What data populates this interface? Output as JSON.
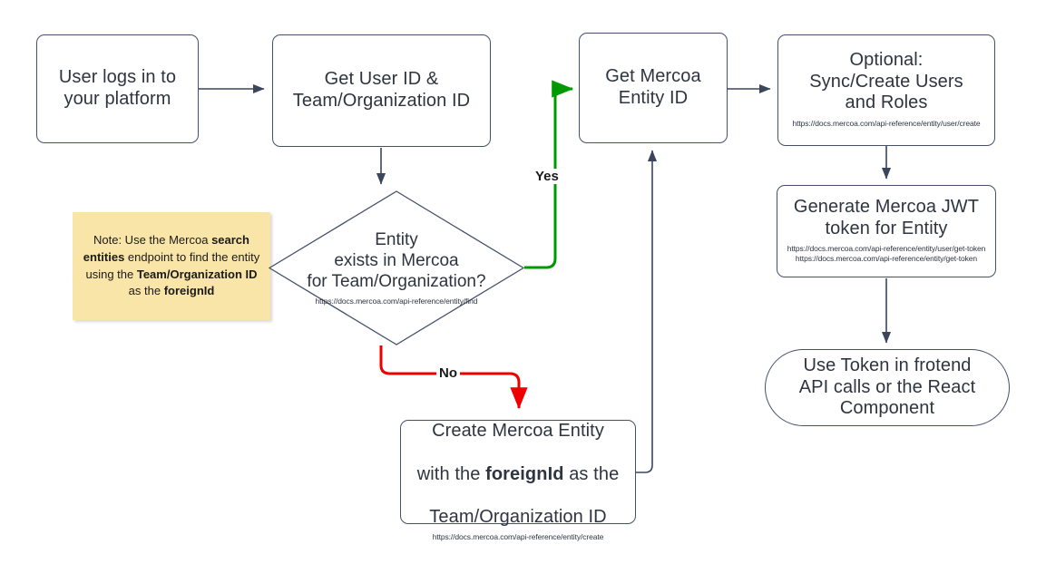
{
  "diagram": {
    "type": "flowchart",
    "title": "Mercoa entity onboarding flow",
    "colors": {
      "node_stroke": "#45506a",
      "node_fill": "#ffffff",
      "text": "#2e3440",
      "yes_edge": "#009900",
      "no_edge": "#ee0000",
      "default_edge": "#45506a",
      "note_fill": "#fae5a8"
    },
    "nodes": {
      "login": {
        "shape": "rounded-rect",
        "label": "User logs in to\nyour platform",
        "url": ""
      },
      "get_ids": {
        "shape": "rounded-rect",
        "label": "Get User ID &\nTeam/Organization ID",
        "url": ""
      },
      "decision": {
        "shape": "diamond",
        "label": "Entity\nexists in Mercoa\nfor Team/Organization?",
        "url": "https://docs.mercoa.com/api-reference/entity/find"
      },
      "get_entity_id": {
        "shape": "rounded-rect",
        "label": "Get Mercoa\nEntity ID",
        "url": ""
      },
      "sync_users": {
        "shape": "rounded-rect",
        "label": "Optional:\nSync/Create Users\nand Roles",
        "url": "https://docs.mercoa.com/api-reference/entity/user/create"
      },
      "generate_jwt": {
        "shape": "rounded-rect",
        "label": "Generate Mercoa JWT\ntoken for Entity",
        "url": "https://docs.mercoa.com/api-reference/entity/user/get-token\nhttps://docs.mercoa.com/api-reference/entity/get-token"
      },
      "use_token": {
        "shape": "pill",
        "label": "Use Token in frotend\nAPI calls or the React\nComponent",
        "url": ""
      },
      "create_entity": {
        "shape": "rounded-rect",
        "label_line1": "Create Mercoa Entity",
        "label_line2_a": "with the ",
        "label_line2_b": "foreignId",
        "label_line2_c": " as the",
        "label_line3": "Team/Organization ID",
        "url": "https://docs.mercoa.com/api-reference/entity/create"
      }
    },
    "note": {
      "p1": "Note: Use the Mercoa ",
      "b1": "search entities",
      "p2": " endpoint to find the entity using the ",
      "b2": "Team/Organization ID",
      "p3": " as the ",
      "b3": "foreignId"
    },
    "edge_labels": {
      "yes": "Yes",
      "no": "No"
    }
  }
}
